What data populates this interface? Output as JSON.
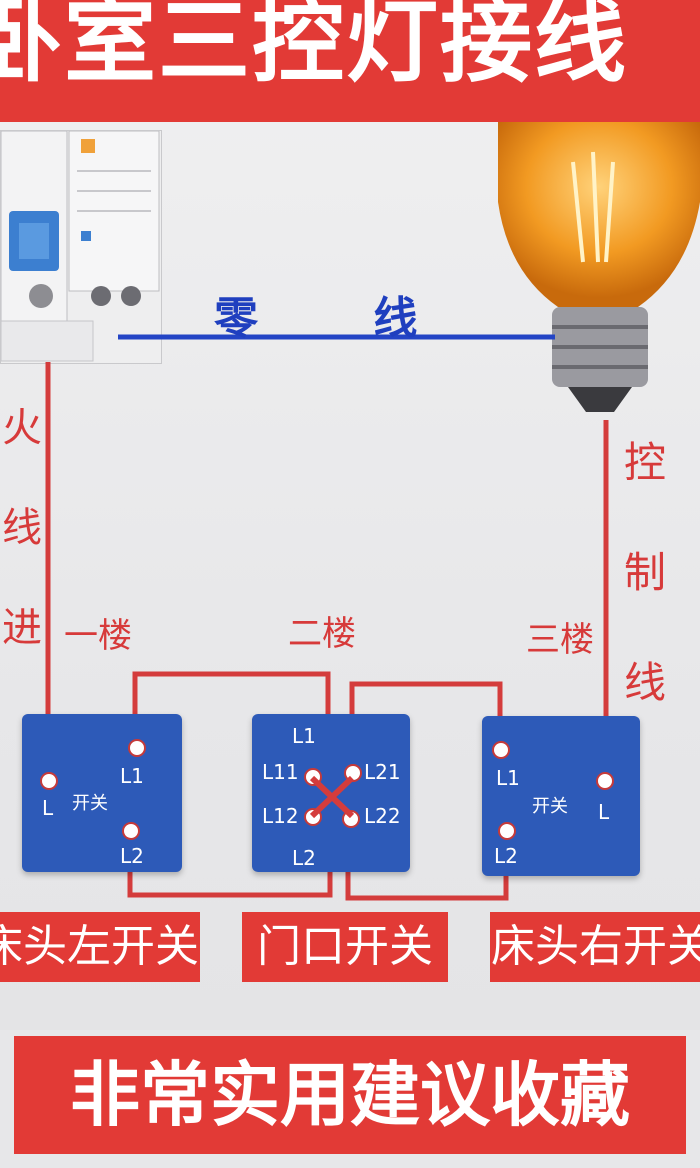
{
  "title": "卧室三控灯接线",
  "wire_labels": {
    "neutral": "零 线",
    "live_in": "火线进",
    "control": "控制线"
  },
  "floors": [
    "一楼",
    "二楼",
    "三楼"
  ],
  "switches": {
    "left": {
      "terminals": [
        "L1",
        "L",
        "开关",
        "L2"
      ]
    },
    "middle": {
      "terminals": [
        "L1",
        "L11",
        "L21",
        "L12",
        "L22",
        "L2"
      ]
    },
    "right": {
      "terminals": [
        "L1",
        "开关",
        "L",
        "L2"
      ]
    }
  },
  "switch_labels": [
    "床头左开关",
    "门口开关",
    "床头右开关"
  ],
  "footer": "非常实用建议收藏",
  "colors": {
    "red": "#e23a36",
    "wire_red": "#d43c3c",
    "wire_blue": "#2344c5",
    "switch_blue": "#2d5ab8"
  }
}
